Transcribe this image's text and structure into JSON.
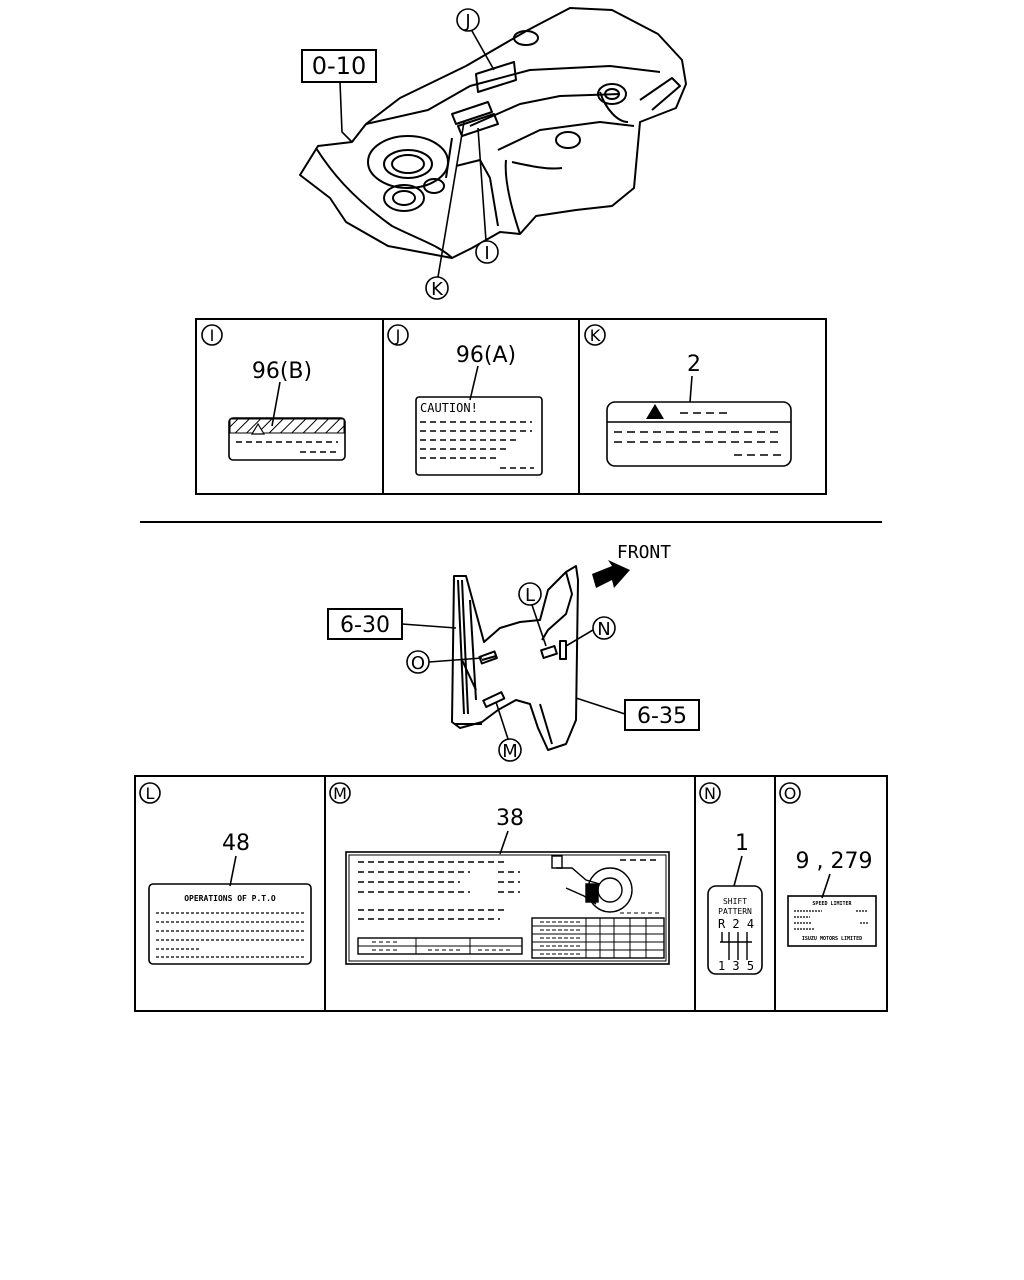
{
  "callouts": {
    "top_ref": "0-10",
    "ref_6_30": "6-30",
    "ref_6_35": "6-35",
    "letter_j": "J",
    "letter_k": "K",
    "letter_i": "I",
    "letter_l": "L",
    "letter_n": "N",
    "letter_o": "O",
    "letter_m": "M",
    "front": "FRONT"
  },
  "panels_top": [
    {
      "letter": "I",
      "part_no": "96(B)"
    },
    {
      "letter": "J",
      "part_no": "96(A)",
      "label_heading": "CAUTION!"
    },
    {
      "letter": "K",
      "part_no": "2"
    }
  ],
  "panels_bottom": [
    {
      "letter": "L",
      "part_no": "48",
      "label_heading": "OPERATIONS OF P.T.O"
    },
    {
      "letter": "M",
      "part_no": "38"
    },
    {
      "letter": "N",
      "part_no": "1",
      "label_line1": "SHIFT",
      "label_line2": "PATTERN",
      "shift_top": "R 2 4",
      "shift_bottom": "1 3 5"
    },
    {
      "letter": "O",
      "part_no": "9 , 279",
      "label_heading": "SPEED LIMITER",
      "label_footer": "ISUZU MOTORS LIMITED"
    }
  ]
}
